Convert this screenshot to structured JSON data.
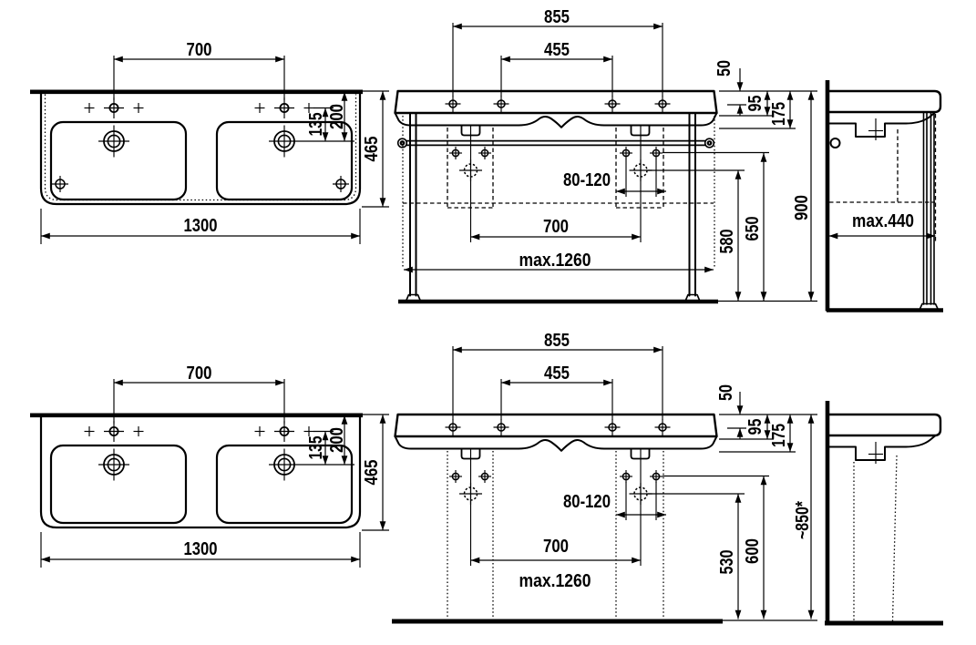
{
  "views": {
    "top_plan": {
      "dims": {
        "d700": "700",
        "d1300": "1300",
        "d135": "135",
        "d200": "200",
        "d465": "465"
      }
    },
    "top_front": {
      "dims": {
        "d855": "855",
        "d455": "455",
        "d50": "50",
        "d95": "95",
        "d175": "175",
        "d80_120": "80-120",
        "d700": "700",
        "dmax1260": "max.1260",
        "d580": "580",
        "d650": "650",
        "d900": "900"
      }
    },
    "top_side": {
      "dims": {
        "dmax440": "max.440"
      }
    },
    "bottom_plan": {
      "dims": {
        "d700": "700",
        "d1300": "1300",
        "d135": "135",
        "d200": "200",
        "d465": "465"
      }
    },
    "bottom_front": {
      "dims": {
        "d855": "855",
        "d455": "455",
        "d50": "50",
        "d95": "95",
        "d175": "175",
        "d80_120": "80-120",
        "d700": "700",
        "dmax1260": "max.1260",
        "d530": "530",
        "d600": "600",
        "d850": "~850*"
      }
    },
    "bottom_side": {
      "dims": {}
    }
  }
}
